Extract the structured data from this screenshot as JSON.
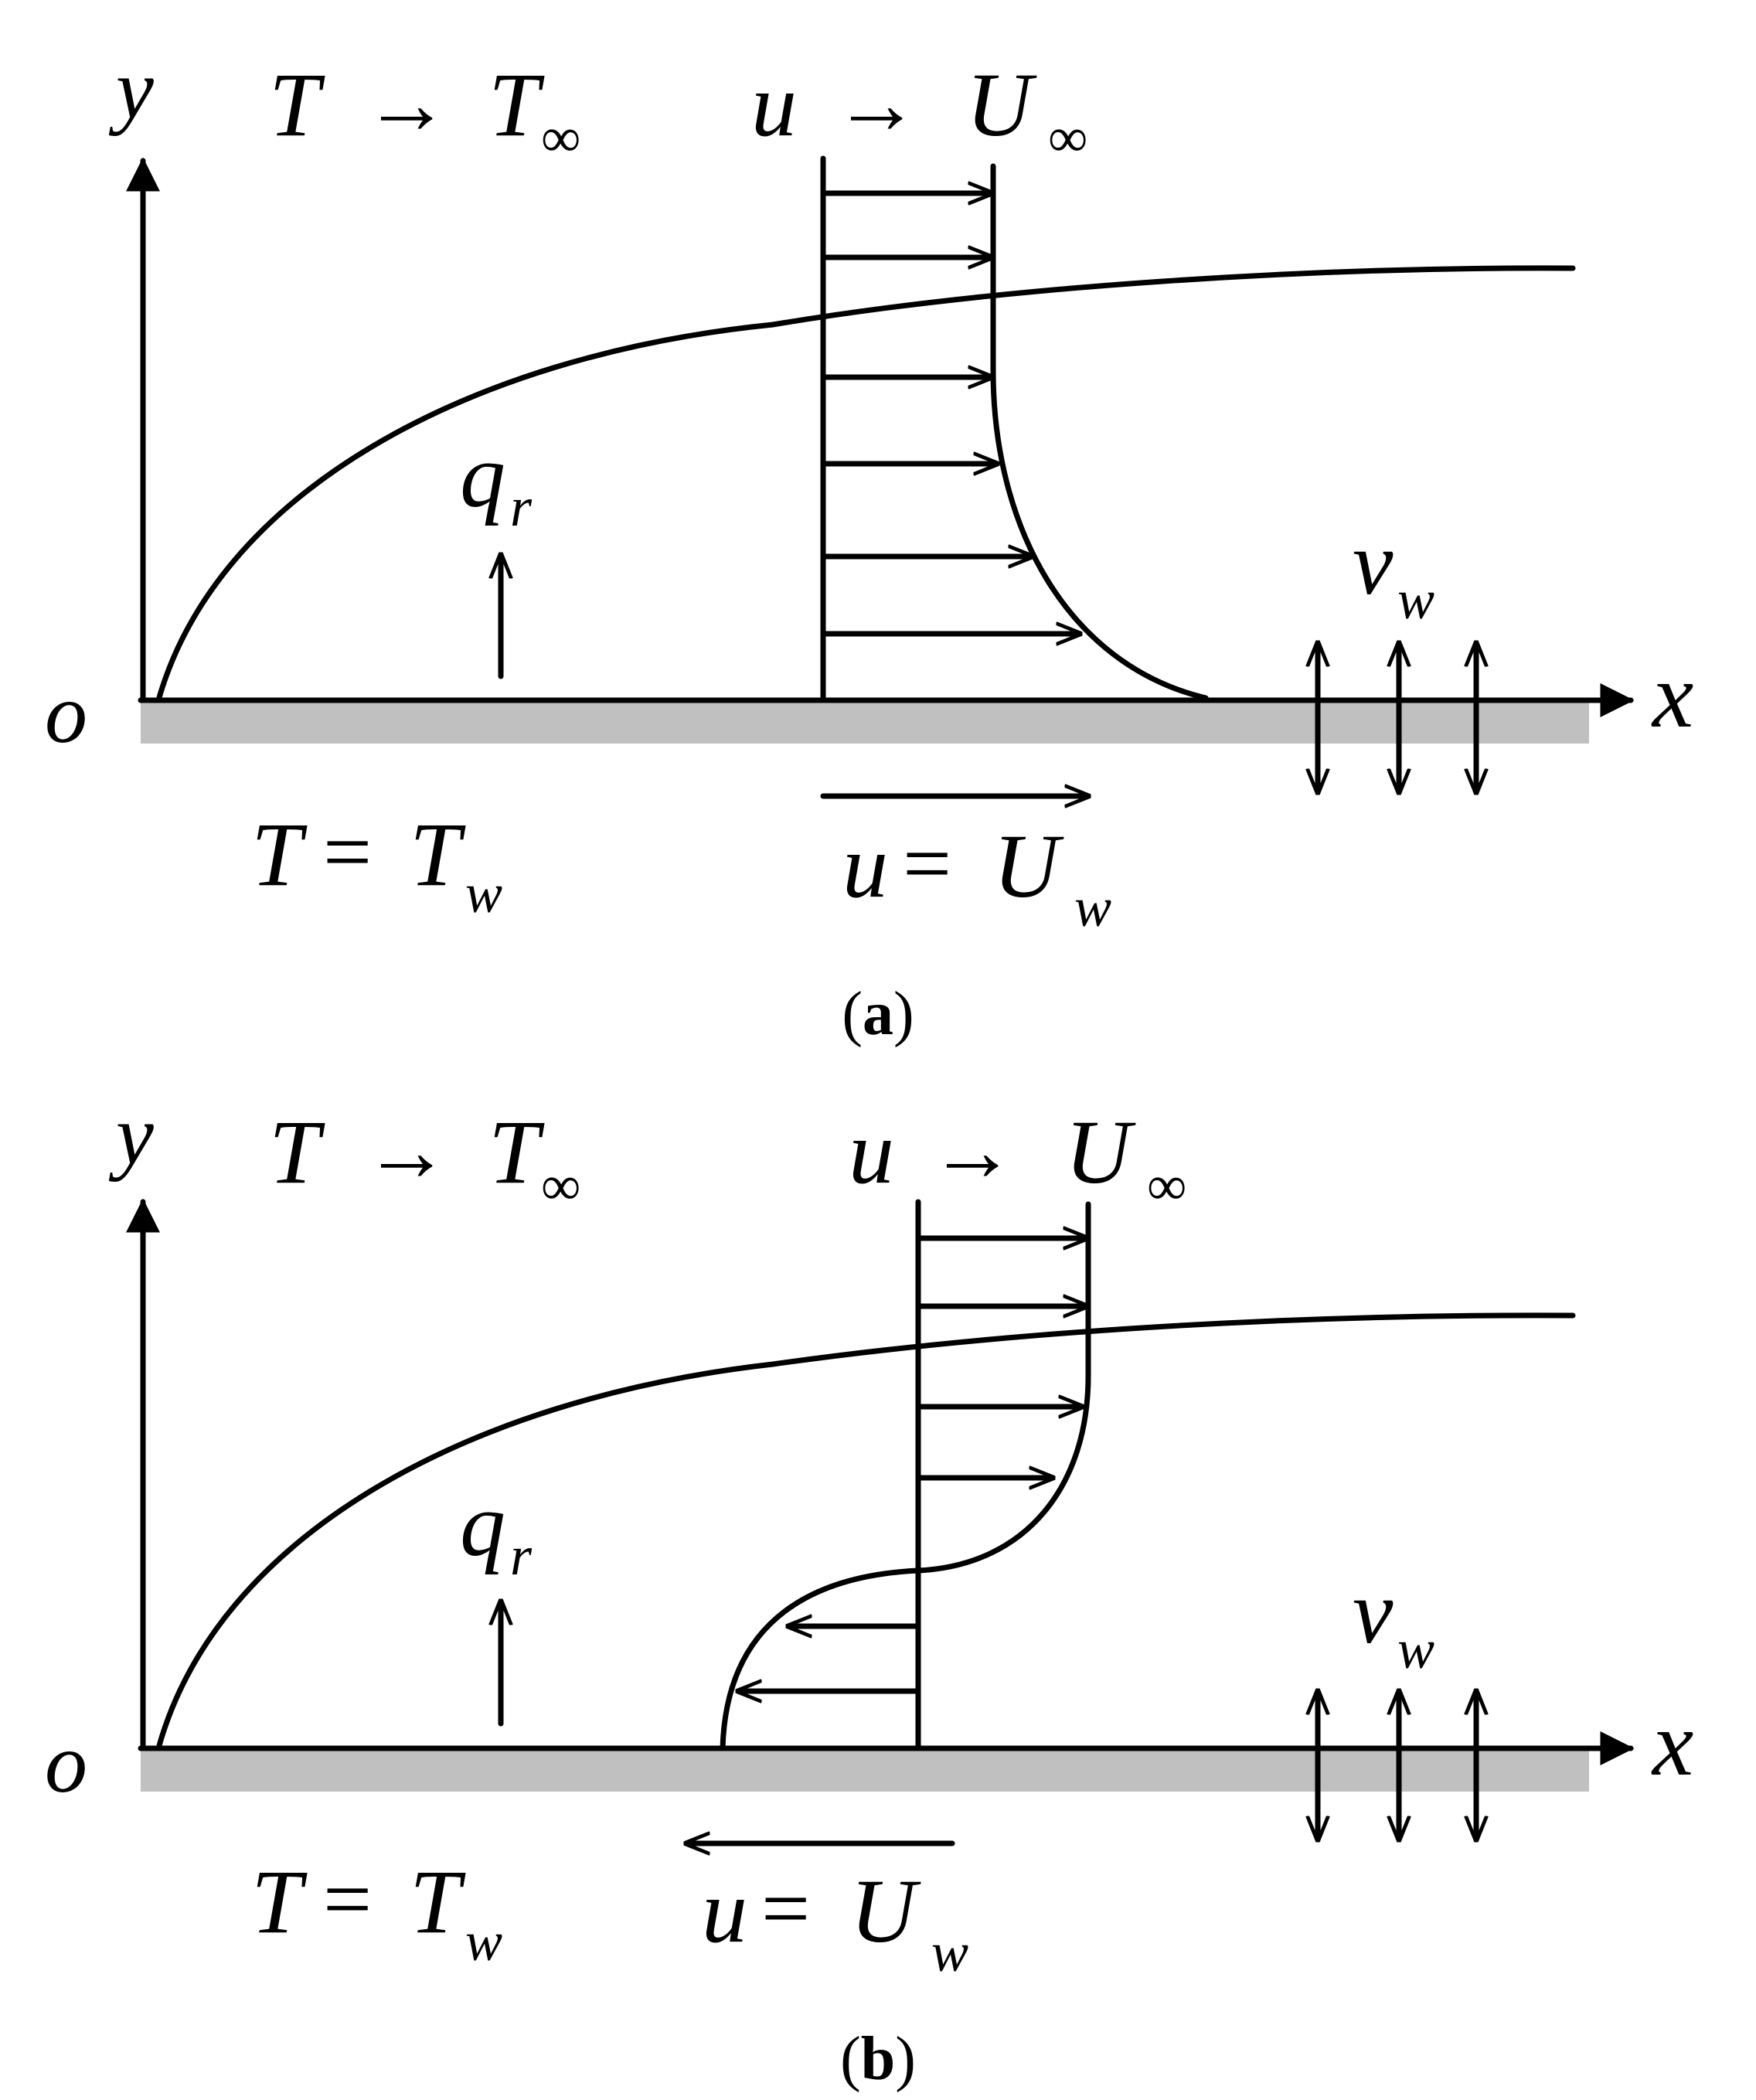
{
  "panels": [
    {
      "id": "a",
      "caption_open": "(",
      "caption_letter": "a",
      "caption_close": ")",
      "y_label": "y",
      "x_label": "x",
      "origin_label": "o",
      "far_temp": {
        "lhs": "T",
        "op": "→",
        "rhs": "T",
        "sub": "∞"
      },
      "far_velocity": {
        "lhs": "u",
        "op": "→",
        "rhs": "U",
        "sub": "∞"
      },
      "wall_temp": {
        "lhs": "T",
        "op": "=",
        "rhs": "T",
        "sub": "w"
      },
      "wall_velocity": {
        "lhs": "u",
        "op": "=",
        "rhs": "U",
        "sub": "w"
      },
      "radiation": {
        "sym": "q",
        "sub": "r"
      },
      "suction": {
        "sym": "v",
        "sub": "w"
      },
      "wall_motion": "stretching (+x)"
    },
    {
      "id": "b",
      "caption_open": "(",
      "caption_letter": "b",
      "caption_close": ")",
      "y_label": "y",
      "x_label": "x",
      "origin_label": "o",
      "far_temp": {
        "lhs": "T",
        "op": "→",
        "rhs": "T",
        "sub": "∞"
      },
      "far_velocity": {
        "lhs": "u",
        "op": "→",
        "rhs": "U",
        "sub": "∞"
      },
      "wall_temp": {
        "lhs": "T",
        "op": "=",
        "rhs": "T",
        "sub": "w"
      },
      "wall_velocity": {
        "lhs": "u",
        "op": "=",
        "rhs": "U",
        "sub": "w"
      },
      "radiation": {
        "sym": "q",
        "sub": "r"
      },
      "suction": {
        "sym": "v",
        "sub": "w"
      },
      "wall_motion": "shrinking (-x)"
    }
  ],
  "colors": {
    "stroke": "#000000",
    "plate": "#c0c0c0",
    "background": "#ffffff"
  }
}
